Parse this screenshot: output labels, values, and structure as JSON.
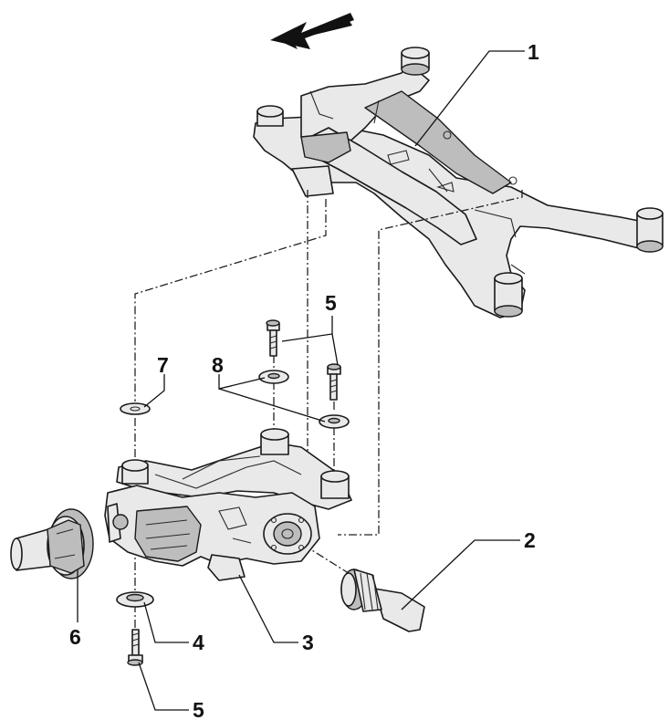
{
  "diagram": {
    "callouts": [
      {
        "id": "c1",
        "label": "1"
      },
      {
        "id": "c2",
        "label": "2"
      },
      {
        "id": "c3",
        "label": "3"
      },
      {
        "id": "c4",
        "label": "4"
      },
      {
        "id": "c5a",
        "label": "5"
      },
      {
        "id": "c5b",
        "label": "5"
      },
      {
        "id": "c6",
        "label": "6"
      },
      {
        "id": "c7",
        "label": "7"
      },
      {
        "id": "c8",
        "label": "8"
      }
    ],
    "direction_arrow": "arrow-left-icon",
    "colors": {
      "line": "#1a1a1a",
      "fill": "#e9e9e9",
      "shade": "#bdbdbd"
    }
  }
}
